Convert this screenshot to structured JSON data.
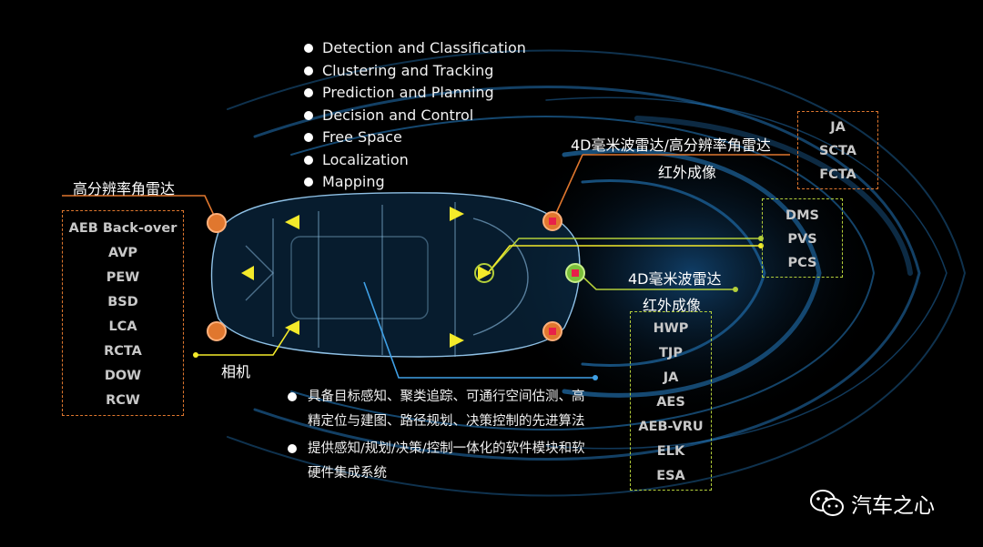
{
  "top_bullets": [
    "Detection and Classification",
    "Clustering and Tracking",
    "Prediction and Planning",
    "Decision and Control",
    "Free Space",
    "Localization",
    "Mapping"
  ],
  "labels": {
    "left_corner_radar": "高分辨率角雷达",
    "front_radar_line1": "4D毫米波雷达/高分辨率角雷达",
    "front_radar_line2": "红外成像",
    "center_radar_line1": "4D毫米波雷达",
    "center_radar_line2": "红外成像",
    "camera": "相机"
  },
  "left_box": [
    "AEB Back-over",
    "AVP",
    "PEW",
    "BSD",
    "LCA",
    "RCTA",
    "DOW",
    "RCW"
  ],
  "top_right_box": [
    "JA",
    "SCTA",
    "FCTA"
  ],
  "dms_box": [
    "DMS",
    "PVS",
    "PCS"
  ],
  "bottom_right_box": [
    "HWP",
    "TJP",
    "JA",
    "AES",
    "AEB-VRU",
    "ELK",
    "ESA"
  ],
  "notes": [
    "具备目标感知、聚类追踪、可通行空间估测、高精定位与建图、路径规划、决策控制的先进算法",
    "提供感知/规划/决策/控制一体化的软件模块和软硬件集成系统"
  ],
  "watermark": "汽车之心",
  "colors": {
    "orange": "#e0772e",
    "green": "#b4cf3a",
    "yellow": "#f4ea2a",
    "blue": "#3fa0e6",
    "background": "#000000"
  }
}
